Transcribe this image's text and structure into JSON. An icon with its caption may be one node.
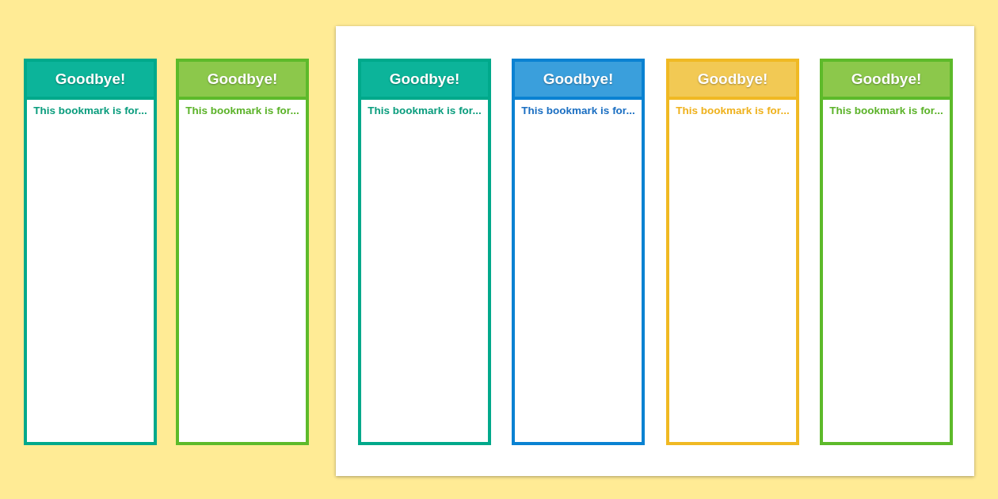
{
  "diagram": {
    "nodes": [
      {
        "text": [
          "Goodbye!",
          "This bookmark is for..."
        ]
      },
      {
        "text": [
          "Goodbye!",
          "This bookmark is for..."
        ]
      },
      {
        "text": [],
        "shape": "box"
      },
      {
        "text": [
          "Goodbye!",
          "This bookmark is for..."
        ],
        "in": 2
      },
      {
        "text": [
          "Goodbye!",
          "This bookmark is for..."
        ],
        "in": 2
      },
      {
        "text": [
          "Goodbye!",
          "This bookmark is for..."
        ],
        "in": 2
      },
      {
        "text": [
          "Goodbye!",
          "This bookmark is for..."
        ],
        "in": 2
      }
    ]
  }
}
